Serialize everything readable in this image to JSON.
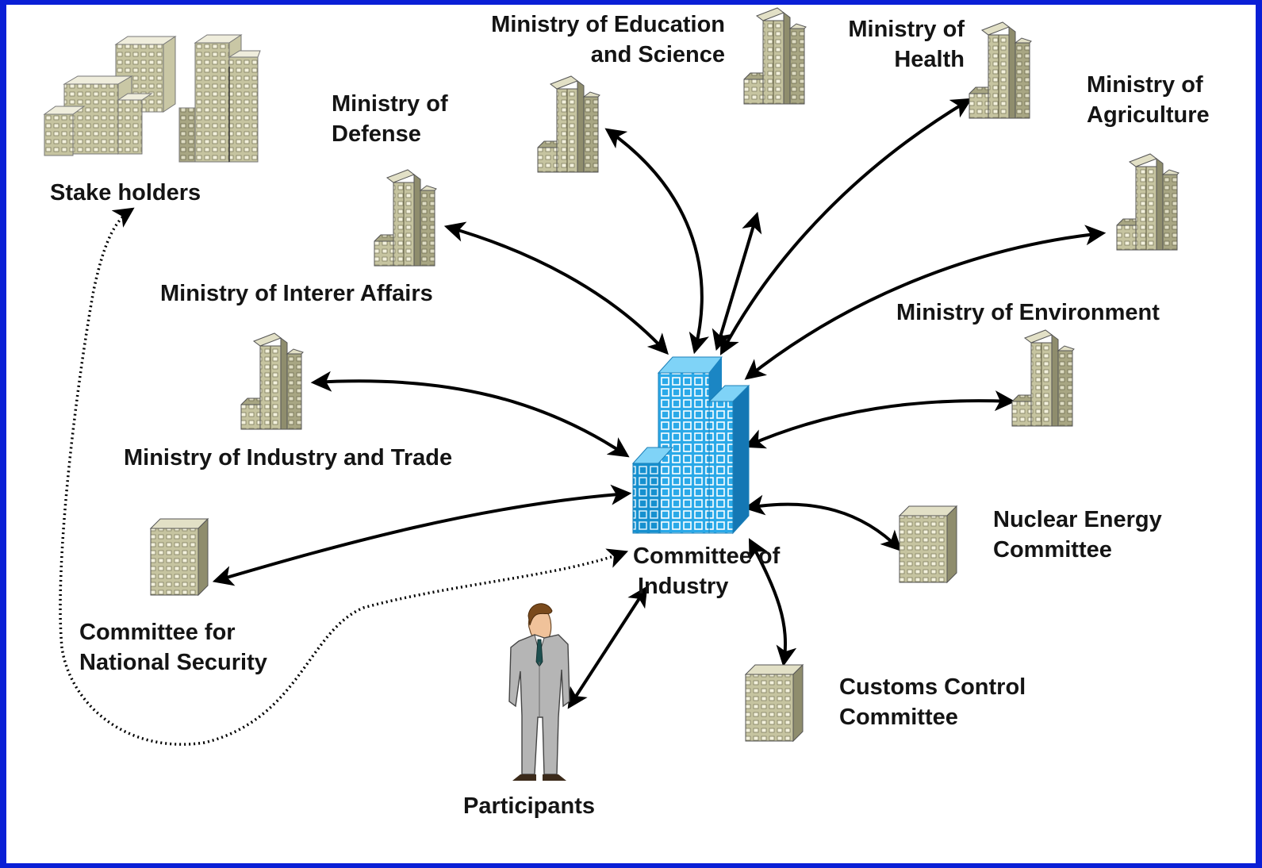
{
  "diagram": {
    "colors": {
      "background": "#ffffff",
      "frame": "#0a1fd6",
      "hub_building": "#33b5ee",
      "node_building": "#bdbc97",
      "arrow": "#000000"
    },
    "center": {
      "label_line1": "Committee of",
      "label_line2": "Industry",
      "icon": "office-building-icon"
    },
    "nodes": [
      {
        "id": "stake-holders",
        "lines": [
          "Stake holders"
        ],
        "icon": "building-cluster-icon"
      },
      {
        "id": "ministry-education",
        "lines": [
          "Ministry of Education",
          "and Science"
        ],
        "icon": "tall-building-icon"
      },
      {
        "id": "ministry-health",
        "lines": [
          "Ministry of",
          "Health"
        ],
        "icon": "tall-building-icon"
      },
      {
        "id": "ministry-agriculture",
        "lines": [
          "Ministry of",
          "Agriculture"
        ],
        "icon": "tall-building-icon"
      },
      {
        "id": "ministry-defense",
        "lines": [
          "Ministry of",
          "Defense"
        ],
        "icon": "tall-building-icon"
      },
      {
        "id": "ministry-interior",
        "lines": [
          "Ministry of Interer Affairs"
        ],
        "icon": "tall-building-icon"
      },
      {
        "id": "ministry-environment",
        "lines": [
          "Ministry of Environment"
        ],
        "icon": "tall-building-icon"
      },
      {
        "id": "ministry-industry-trade",
        "lines": [
          "Ministry of Industry and Trade"
        ],
        "icon": "tall-building-icon"
      },
      {
        "id": "nuclear-energy",
        "lines": [
          "Nuclear Energy",
          "Committee"
        ],
        "icon": "block-building-icon"
      },
      {
        "id": "national-security",
        "lines": [
          "Committee for",
          "National Security"
        ],
        "icon": "block-building-icon"
      },
      {
        "id": "customs-control",
        "lines": [
          "Customs Control",
          "Committee"
        ],
        "icon": "block-building-icon"
      },
      {
        "id": "participants",
        "lines": [
          "Participants"
        ],
        "icon": "businessman-icon"
      }
    ]
  }
}
